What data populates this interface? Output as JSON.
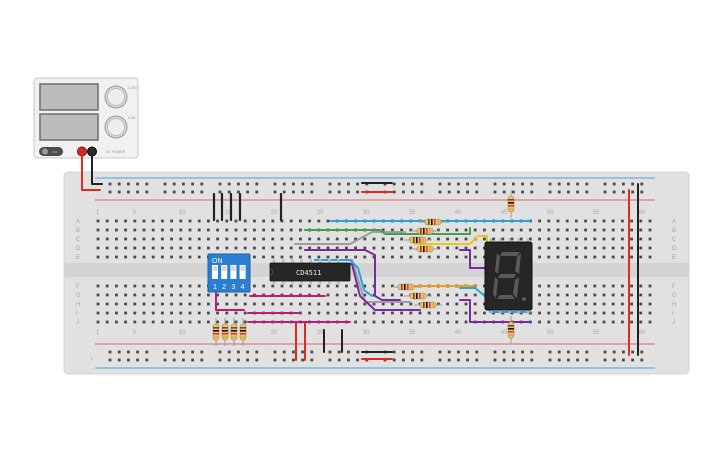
{
  "power_supply": {
    "knob1_label": "0-30V",
    "knob2_label": "0-5A",
    "power_button_label": "OFF",
    "vendor_text": "DC POWER"
  },
  "breadboard": {
    "column_numbers": [
      "1",
      "5",
      "10",
      "15",
      "20",
      "25",
      "30",
      "35",
      "40",
      "45",
      "50",
      "55",
      "60"
    ],
    "rows_top": [
      "A",
      "B",
      "C",
      "D",
      "E"
    ],
    "rows_bottom": [
      "F",
      "G",
      "H",
      "I",
      "J"
    ],
    "plus_sign": "+",
    "minus_sign": "−"
  },
  "chip": {
    "label": "CD4511"
  },
  "dip_switch": {
    "label": "ON",
    "numbers": [
      "1",
      "2",
      "3",
      "4"
    ]
  },
  "seven_segment": {
    "digit": "8"
  },
  "colors": {
    "board": "#e1e1e1",
    "hole": "#4a4a4a",
    "rail_red": "#e53935",
    "rail_blue": "#1e88e5",
    "wire_black": "#222222",
    "wire_red": "#e5281d",
    "wire_magenta": "#c2187a",
    "wire_purple": "#7b2a9e",
    "wire_green": "#43a047",
    "wire_yellow": "#f2c418",
    "wire_blue": "#29a3d9",
    "wire_gray": "#9e9e9e",
    "wire_orange": "#f39c12",
    "dip_blue": "#2b7fd1"
  }
}
